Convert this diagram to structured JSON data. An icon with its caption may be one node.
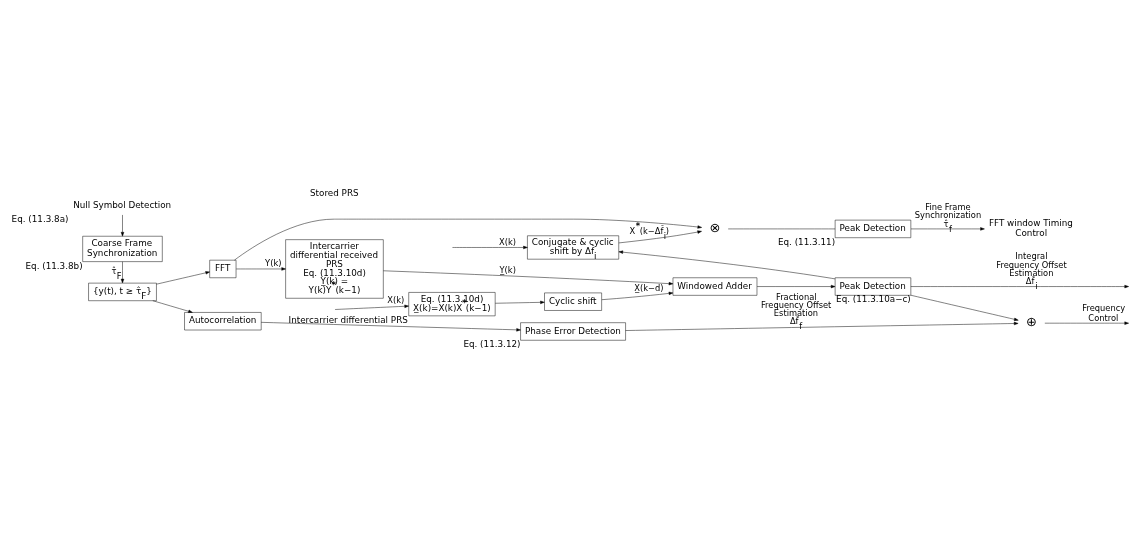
{
  "diagram": {
    "nodes": [
      {
        "text": [
          "Null Symbol Detection"
        ],
        "beside": [
          "Eq. (11.3.8a)"
        ]
      },
      {
        "text": [
          "Coarse Frame Synchronization"
        ],
        "beside": [
          "Eq. (11.3.8b)"
        ]
      },
      {
        "text": [
          "{y(t), t ≥ τ̂$_{F}$}"
        ]
      },
      {
        "text": [
          "FFT"
        ]
      },
      {
        "text": [
          "Intercarrier differential received PRS",
          "Eq. (11.3.10d)",
          "Y̲(k) = Y(k)Y$^{*}$(k−1)"
        ]
      },
      {
        "text": [
          "Eq. (11.3.10d)",
          "X̲(k)=X(k)X$^{*}$(k−1)"
        ],
        "beside": [
          "Intercarrier differential PRS"
        ]
      },
      {
        "text": [
          "Cyclic shift"
        ]
      },
      {
        "text": [
          "Windowed Adder"
        ]
      },
      {
        "text": [
          "Peak Detection"
        ],
        "beside": [
          "Eq. (11.3.10a−c)"
        ]
      },
      {
        "text": [
          "Conjugate & cyclic shift by Δf̂$_{i}$"
        ]
      },
      {
        "text": [
          "⊗"
        ]
      },
      {
        "text": [
          "Peak Detection"
        ],
        "beside": [
          "Eq. (11.3.11)"
        ]
      },
      {
        "text": [
          "FFT window Timing Control"
        ]
      },
      {
        "text": [
          "Autocorrelation"
        ]
      },
      {
        "text": [
          "Phase Error Detection"
        ],
        "beside": [
          "Eq. (11.3.12)"
        ]
      },
      {
        "text": [
          "⊕"
        ]
      }
    ],
    "edges": [
      {
        "from": 0,
        "to": 1,
        "arrow": "to"
      },
      {
        "from": 1,
        "to": 2,
        "arrow": "to",
        "label": "τ̂$_{F}$"
      },
      {
        "from": 2,
        "to": 3,
        "arrow": "to"
      },
      {
        "from": 2,
        "to": 13,
        "arrow": "to"
      },
      {
        "from": 3,
        "to": 4,
        "arrow": "to",
        "label": "Y(k)"
      },
      {
        "from": 3,
        "to": 10,
        "arrow": "to"
      },
      {
        "from": null,
        "to": 5,
        "arrow": "to",
        "label": "X(k)"
      },
      {
        "from": null,
        "to": 9,
        "arrow": "to",
        "label": "X(k)"
      },
      {
        "from": 5,
        "to": 6,
        "arrow": "to"
      },
      {
        "from": 6,
        "to": 7,
        "arrow": "to",
        "label": "X̲(k−d)"
      },
      {
        "from": 4,
        "to": 7,
        "arrow": "to",
        "label": "Y̲(k)"
      },
      {
        "from": 7,
        "to": 8,
        "arrow": "to"
      },
      {
        "from": 8,
        "to": null,
        "arrow": "to",
        "label": "Integral Frequency Offset Estimation Δf̂$_{i}$"
      },
      {
        "from": 8,
        "to": 9,
        "arrow": "to"
      },
      {
        "from": 8,
        "to": 15,
        "arrow": "to"
      },
      {
        "from": 9,
        "to": 10,
        "arrow": "to",
        "label": "X$^{*}$(k−Δf̂$_{i}$)"
      },
      {
        "from": 10,
        "to": 11,
        "arrow": "none"
      },
      {
        "from": 11,
        "to": 12,
        "arrow": "to",
        "label": "Fine Frame Synchronization τ̂$_{f}$"
      },
      {
        "from": 13,
        "to": 14,
        "arrow": "to"
      },
      {
        "from": 14,
        "to": 15,
        "arrow": "to",
        "label": "Fractional Frequency Offset Estimation Δf̂$_{f}$"
      },
      {
        "from": 15,
        "to": null,
        "arrow": "to",
        "label": "Frequency Control"
      }
    ],
    "labels": [
      "Stored PRS"
    ]
  }
}
